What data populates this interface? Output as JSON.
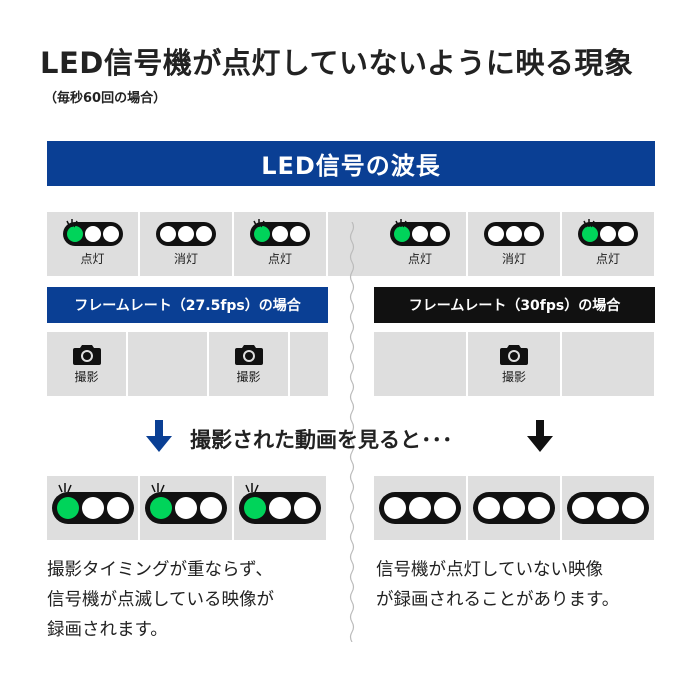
{
  "header": {
    "title": "LED信号機が点灯していないように映る現象",
    "subtitle": "（毎秒60回の場合）"
  },
  "banner": {
    "label": "LED信号の波長"
  },
  "signal_row": {
    "left": [
      {
        "state": "on",
        "label": "点灯"
      },
      {
        "state": "off",
        "label": "消灯"
      },
      {
        "state": "on",
        "label": "点灯"
      }
    ],
    "right": [
      {
        "state": "on",
        "label": "点灯"
      },
      {
        "state": "off",
        "label": "消灯"
      },
      {
        "state": "on",
        "label": "点灯"
      }
    ]
  },
  "frame_bars": {
    "left": "フレームレート（27.5fps）の場合",
    "right": "フレームレート（30fps）の場合"
  },
  "shooting": {
    "label": "撮影",
    "left_shots": [
      true,
      false,
      true,
      false
    ],
    "right_shots": [
      false,
      true,
      false
    ]
  },
  "middle": {
    "text": "撮影された動画を見ると･･･"
  },
  "results": {
    "left": [
      {
        "state": "on"
      },
      {
        "state": "on"
      },
      {
        "state": "on"
      }
    ],
    "right": [
      {
        "state": "off"
      },
      {
        "state": "off"
      },
      {
        "state": "off"
      }
    ]
  },
  "descriptions": {
    "left": [
      "撮影タイミングが重ならず、",
      "信号機が点滅している映像が",
      "録画されます。"
    ],
    "right": [
      "信号機が点灯していない映像",
      "が録画されることがあります。"
    ]
  },
  "colors": {
    "blue": "#0a3f94",
    "black": "#111111",
    "green": "#00d45a",
    "cell": "#dedede"
  },
  "icons": {
    "camera": "camera-icon",
    "arrow": "arrow-down-icon",
    "rays": "light-rays-icon"
  }
}
